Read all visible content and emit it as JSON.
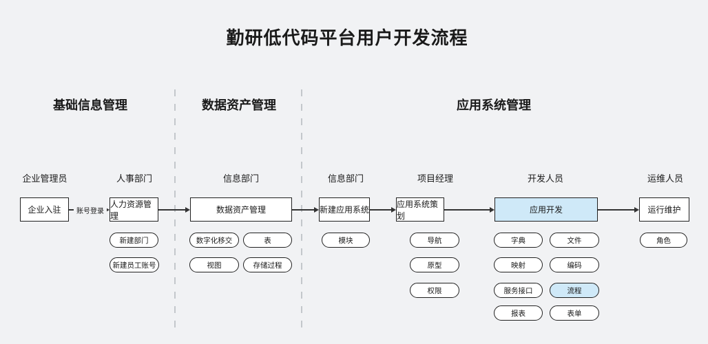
{
  "title": "勤研低代码平台用户开发流程",
  "sections": {
    "basic_info": "基础信息管理",
    "data_asset": "数据资产管理",
    "app_system": "应用系统管理"
  },
  "roles": [
    "企业管理员",
    "人事部门",
    "信息部门",
    "信息部门",
    "项目经理",
    "开发人员",
    "运维人员"
  ],
  "flow": {
    "edge_label": "账号登录",
    "nodes": [
      {
        "label": "企业入驻",
        "highlight": false
      },
      {
        "label": "人力资源管理",
        "highlight": false
      },
      {
        "label": "数据资产管理",
        "highlight": false
      },
      {
        "label": "新建应用系统",
        "highlight": false
      },
      {
        "label": "应用系统策划",
        "highlight": false
      },
      {
        "label": "应用开发",
        "highlight": true
      },
      {
        "label": "运行维护",
        "highlight": false
      }
    ]
  },
  "pills": [
    {
      "label": "新建部门",
      "highlight": false
    },
    {
      "label": "新建员工账号",
      "highlight": false
    },
    {
      "label": "数字化移交",
      "highlight": false
    },
    {
      "label": "表",
      "highlight": false
    },
    {
      "label": "视图",
      "highlight": false
    },
    {
      "label": "存储过程",
      "highlight": false
    },
    {
      "label": "模块",
      "highlight": false
    },
    {
      "label": "导航",
      "highlight": false
    },
    {
      "label": "原型",
      "highlight": false
    },
    {
      "label": "权限",
      "highlight": false
    },
    {
      "label": "字典",
      "highlight": false
    },
    {
      "label": "文件",
      "highlight": false
    },
    {
      "label": "映射",
      "highlight": false
    },
    {
      "label": "编码",
      "highlight": false
    },
    {
      "label": "服务接口",
      "highlight": false
    },
    {
      "label": "流程",
      "highlight": true
    },
    {
      "label": "报表",
      "highlight": false
    },
    {
      "label": "表单",
      "highlight": false
    },
    {
      "label": "角色",
      "highlight": false
    }
  ],
  "colors": {
    "background": "#f1f2f4",
    "node_fill": "#ffffff",
    "node_border": "#1f1f1f",
    "highlight_fill": "#cfe9f8",
    "divider": "#c3c7cb",
    "text": "#1a1a1a"
  }
}
